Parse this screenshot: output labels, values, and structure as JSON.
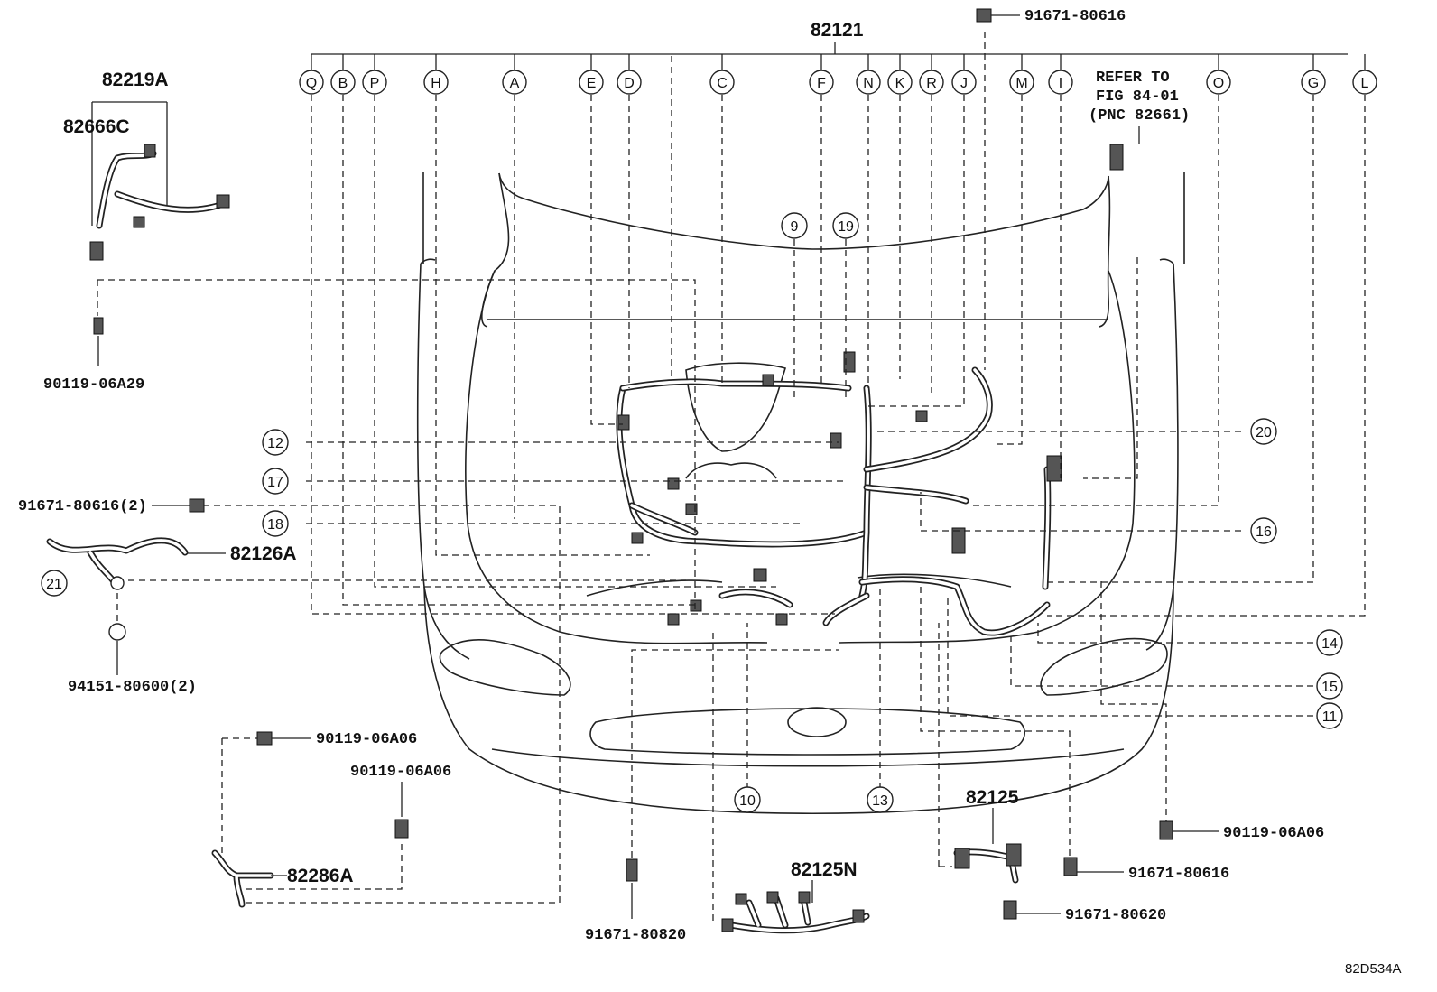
{
  "main_harness": {
    "part_number": "82121"
  },
  "connector_letters": [
    "Q",
    "B",
    "P",
    "H",
    "A",
    "E",
    "D",
    "C",
    "F",
    "N",
    "K",
    "R",
    "J",
    "M",
    "I",
    "O",
    "G",
    "L"
  ],
  "refer_note": {
    "line1": "REFER TO",
    "line2": "FIG 84-01",
    "line3": "(PNC 82661)"
  },
  "part_labels": {
    "p82219A": "82219A",
    "p82666C": "82666C",
    "p90119_06A29": "90119-06A29",
    "p91671_80616_top": "91671-80616",
    "p91671_80616_2": "91671-80616(2)",
    "p82126A": "82126A",
    "p94151_80600_2": "94151-80600(2)",
    "p90119_06A06_a": "90119-06A06",
    "p90119_06A06_b": "90119-06A06",
    "p82286A": "82286A",
    "p91671_80820": "91671-80820",
    "p82125N": "82125N",
    "p82125": "82125",
    "p91671_80616_b": "91671-80616",
    "p91671_80620": "91671-80620",
    "p90119_06A06_c": "90119-06A06"
  },
  "callouts": {
    "c9": "9",
    "c19": "19",
    "c12": "12",
    "c17": "17",
    "c18": "18",
    "c21": "21",
    "c20": "20",
    "c16": "16",
    "c14": "14",
    "c15": "15",
    "c11": "11",
    "c10": "10",
    "c13": "13"
  },
  "figure_id": "82D534A"
}
